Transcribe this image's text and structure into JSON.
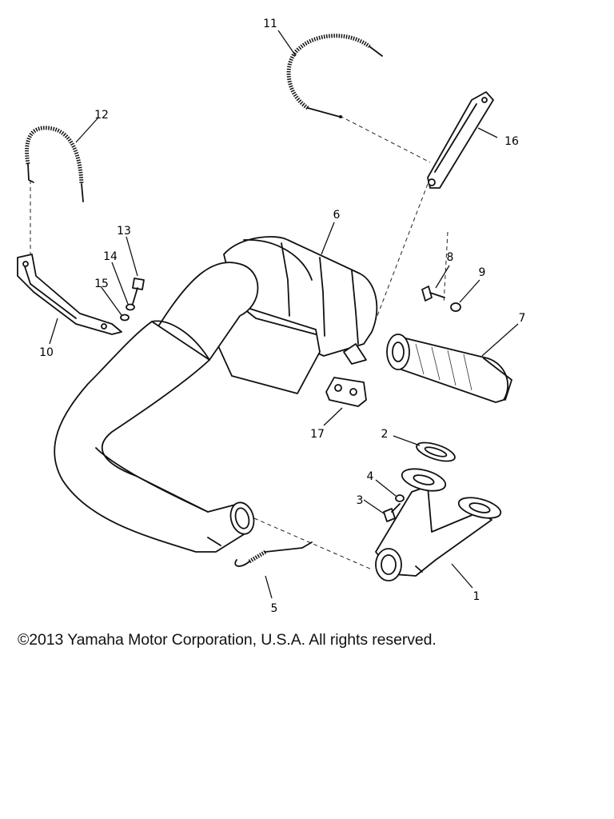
{
  "diagram": {
    "callouts": [
      {
        "id": "1",
        "text": "1"
      },
      {
        "id": "2",
        "text": "2"
      },
      {
        "id": "3",
        "text": "3"
      },
      {
        "id": "4",
        "text": "4"
      },
      {
        "id": "5",
        "text": "5"
      },
      {
        "id": "6",
        "text": "6"
      },
      {
        "id": "7",
        "text": "7"
      },
      {
        "id": "8",
        "text": "8"
      },
      {
        "id": "9",
        "text": "9"
      },
      {
        "id": "10",
        "text": "10"
      },
      {
        "id": "11",
        "text": "11"
      },
      {
        "id": "12",
        "text": "12"
      },
      {
        "id": "13",
        "text": "13"
      },
      {
        "id": "14",
        "text": "14"
      },
      {
        "id": "15",
        "text": "15"
      },
      {
        "id": "16",
        "text": "16"
      },
      {
        "id": "17",
        "text": "17"
      }
    ]
  },
  "footer": {
    "copyright": "©2013 Yamaha Motor Corporation, U.S.A. All rights reserved."
  }
}
